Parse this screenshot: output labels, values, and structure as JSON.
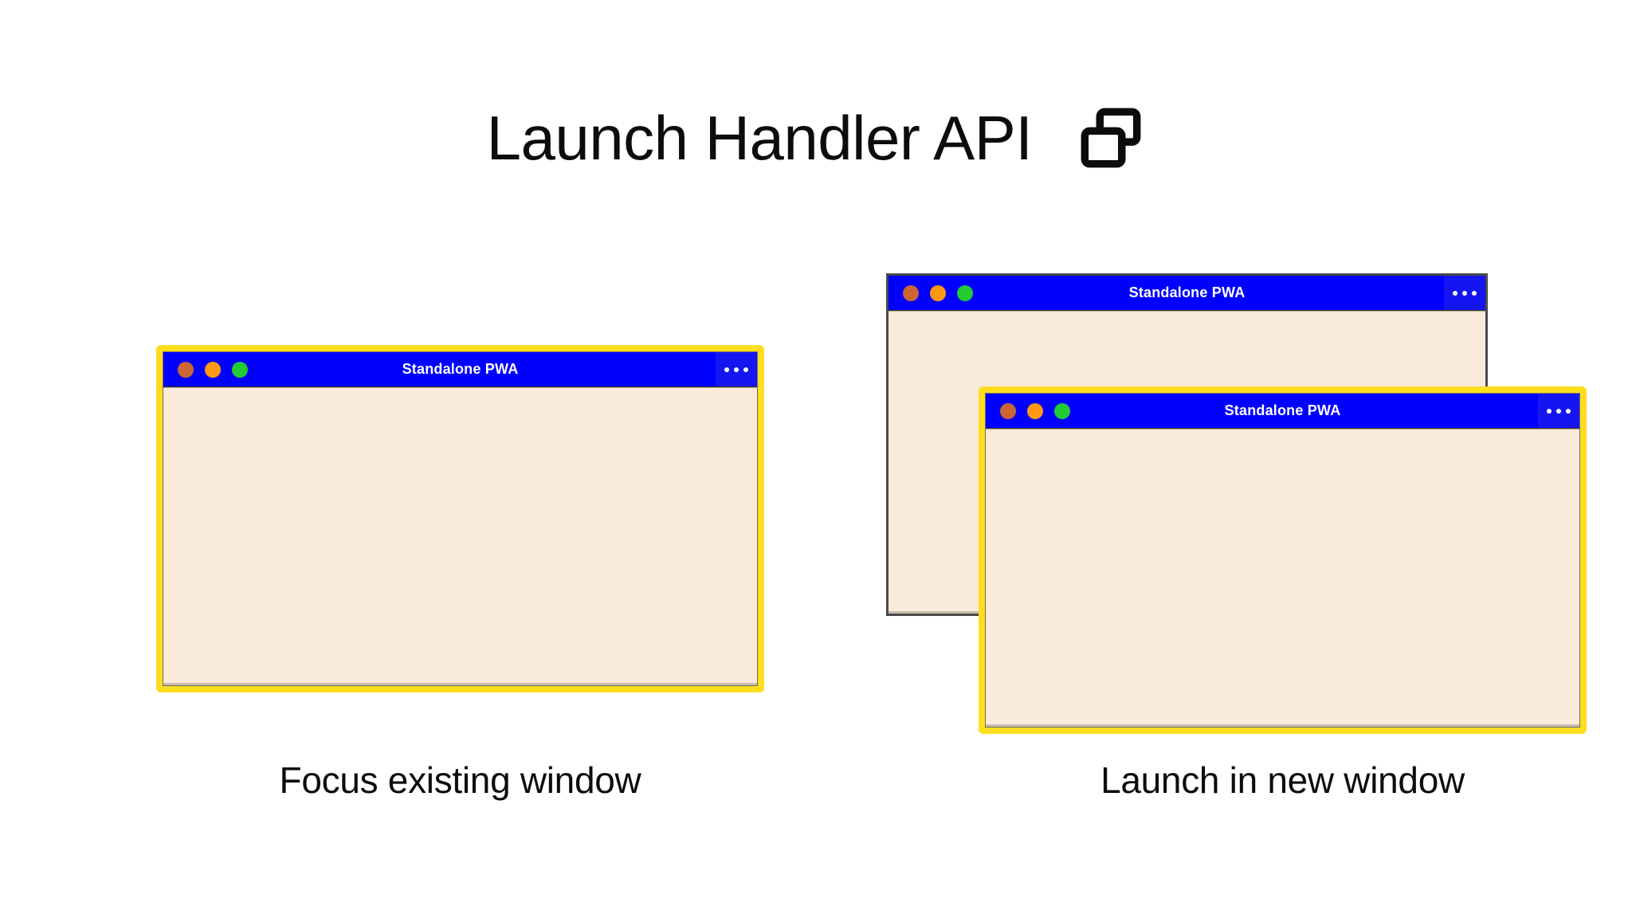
{
  "header": {
    "title": "Launch Handler API",
    "icon": "two-overlapping-windows-icon"
  },
  "colors": {
    "titlebar_blue": "#0000FF",
    "window_body_cream": "#F9EAD9",
    "highlight_yellow": "#FFDD1F",
    "plain_border_gray": "#4A4A4A",
    "dot_red": "#CC6633",
    "dot_orange": "#FF9911",
    "dot_green": "#22CC33",
    "page_background": "#FFFFFF",
    "text_black": "#0C0C0C"
  },
  "panels": [
    {
      "id": "focus",
      "caption": "Focus existing window",
      "windows": [
        {
          "id": "window-focus",
          "title": "Standalone PWA",
          "highlighted": true,
          "menu_label": "•••",
          "traffic_lights": [
            "close-dot",
            "minimize-dot",
            "maximize-dot"
          ]
        }
      ]
    },
    {
      "id": "new",
      "caption": "Launch in new window",
      "windows": [
        {
          "id": "window-back",
          "title": "Standalone PWA",
          "highlighted": false,
          "menu_label": "•••",
          "traffic_lights": [
            "close-dot",
            "minimize-dot",
            "maximize-dot"
          ]
        },
        {
          "id": "window-front",
          "title": "Standalone PWA",
          "highlighted": true,
          "menu_label": "•••",
          "traffic_lights": [
            "close-dot",
            "minimize-dot",
            "maximize-dot"
          ]
        }
      ]
    }
  ]
}
